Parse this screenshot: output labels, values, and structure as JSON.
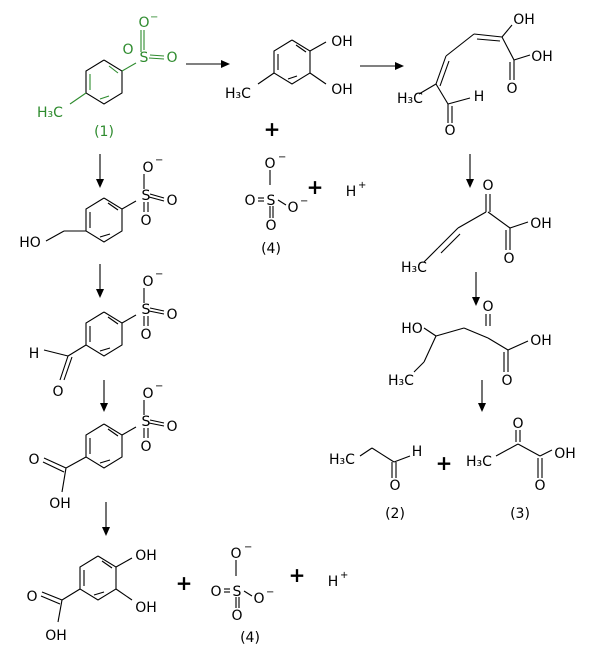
{
  "compound_labels": {
    "c1": "(1)",
    "c2": "(2)",
    "c3": "(3)",
    "c4_a": "(4)",
    "c4_b": "(4)"
  },
  "atoms": {
    "O": "O",
    "S": "S",
    "OH": "OH",
    "HO": "HO",
    "H": "H",
    "H3C": "H₃C",
    "minus": "−",
    "plus_charge": "+"
  },
  "operators": {
    "plus": "+"
  },
  "colors": {
    "substrate": "#2e8b2e",
    "default": "#000000"
  }
}
